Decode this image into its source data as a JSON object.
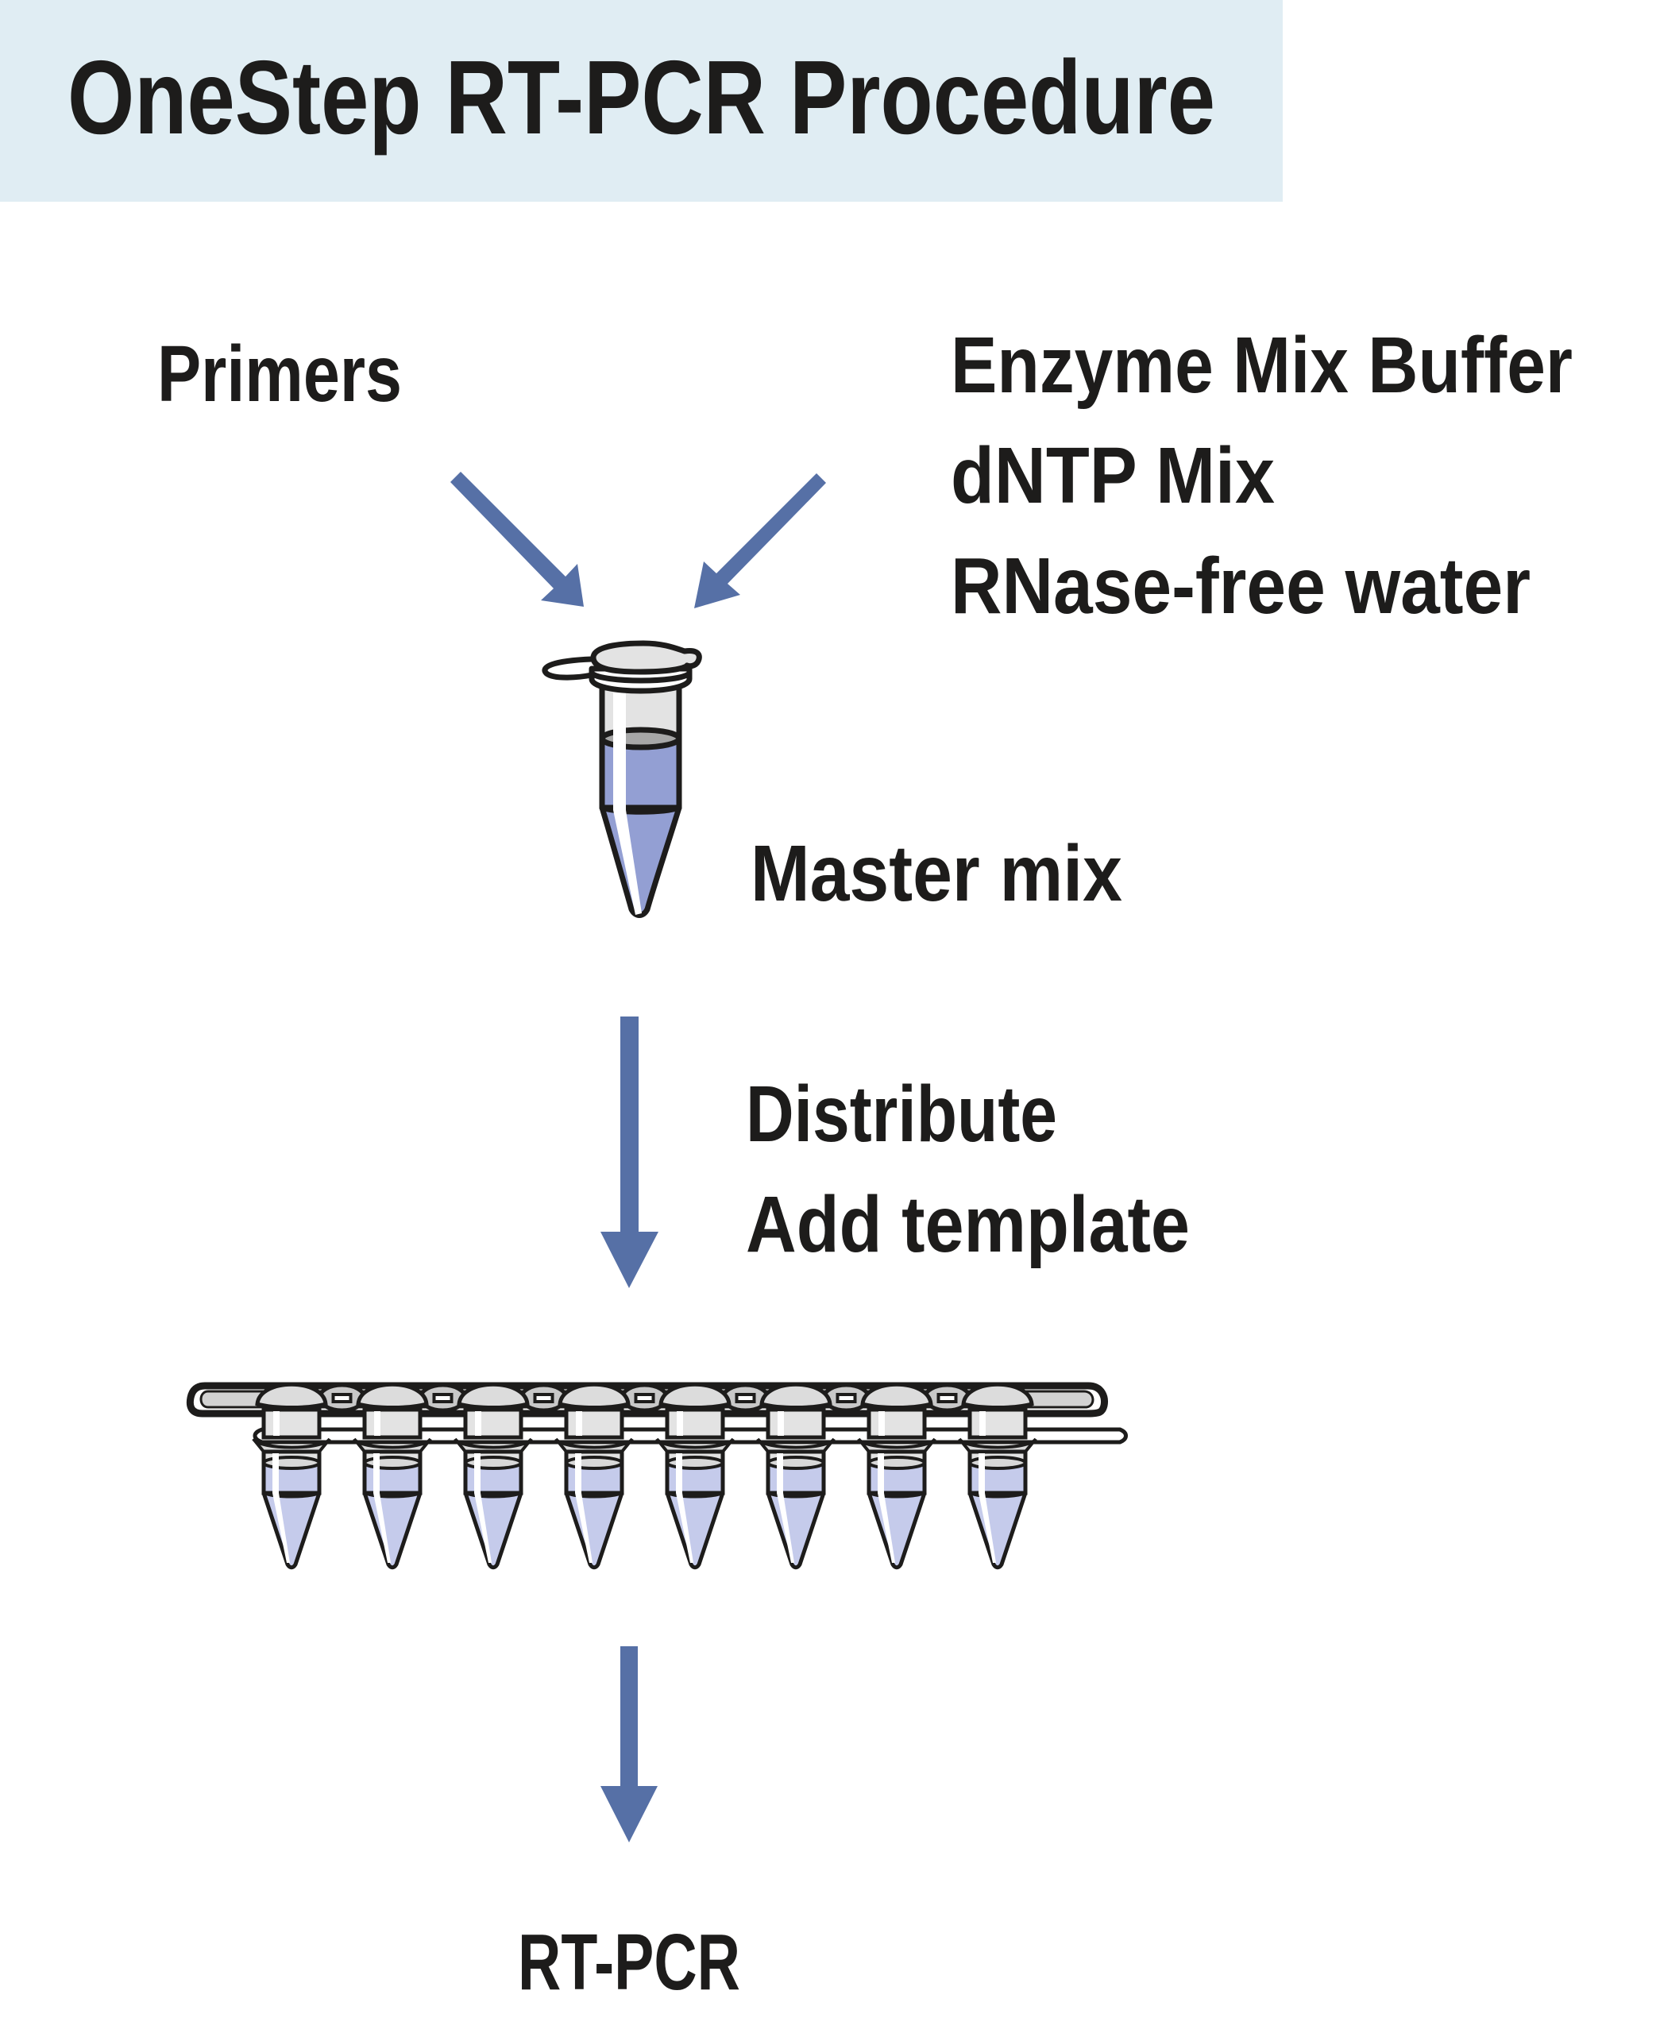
{
  "title": "OneStep RT-PCR Procedure",
  "inputs": {
    "left": "Primers",
    "right": [
      "Enzyme Mix Buffer",
      "dNTP Mix",
      "RNase-free water"
    ]
  },
  "master_mix_label": "Master mix",
  "step_labels": [
    "Distribute",
    "Add template"
  ],
  "final_label": "RT-PCR",
  "strip_tube_count": 8,
  "colors": {
    "header_bg": "#e0edf3",
    "arrow": "#5670a6",
    "liquid_master": "#939fd3",
    "liquid_strip": "#c5cbeb",
    "tube_gray": "#e3e3e3",
    "text": "#1d1c1b"
  }
}
